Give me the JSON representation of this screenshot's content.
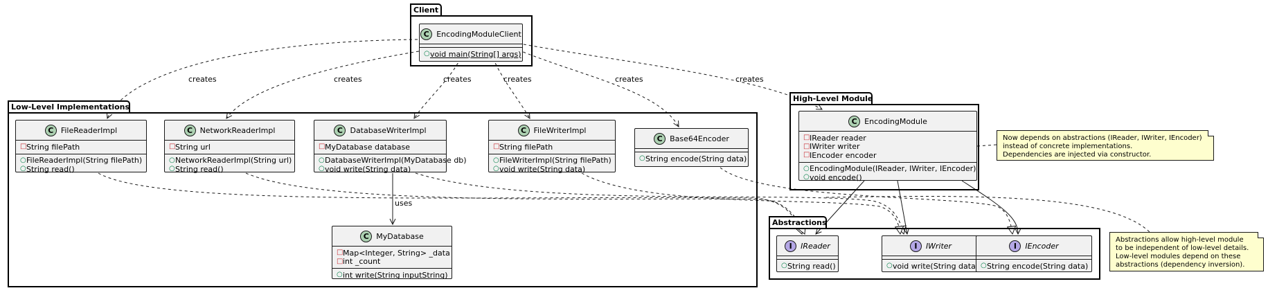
{
  "packages": {
    "client": {
      "name": "Client"
    },
    "low_level": {
      "name": "Low-Level Implementations"
    },
    "high_level": {
      "name": "High-Level Module"
    },
    "abstractions": {
      "name": "Abstractions"
    }
  },
  "classes": {
    "encoding_module_client": {
      "stereotype": "C",
      "name": "EncodingModuleClient",
      "methods": [
        {
          "vis": "+",
          "text": "void main(String[] args)"
        }
      ]
    },
    "file_reader_impl": {
      "stereotype": "C",
      "name": "FileReaderImpl",
      "fields": [
        {
          "vis": "-",
          "text": "String filePath"
        }
      ],
      "methods": [
        {
          "vis": "+",
          "text": "FileReaderImpl(String filePath)"
        },
        {
          "vis": "+",
          "text": "String read()"
        }
      ]
    },
    "network_reader_impl": {
      "stereotype": "C",
      "name": "NetworkReaderImpl",
      "fields": [
        {
          "vis": "-",
          "text": "String url"
        }
      ],
      "methods": [
        {
          "vis": "+",
          "text": "NetworkReaderImpl(String url)"
        },
        {
          "vis": "+",
          "text": "String read()"
        }
      ]
    },
    "database_writer_impl": {
      "stereotype": "C",
      "name": "DatabaseWriterImpl",
      "fields": [
        {
          "vis": "-",
          "text": "MyDatabase database"
        }
      ],
      "methods": [
        {
          "vis": "+",
          "text": "DatabaseWriterImpl(MyDatabase db)"
        },
        {
          "vis": "+",
          "text": "void write(String data)"
        }
      ]
    },
    "file_writer_impl": {
      "stereotype": "C",
      "name": "FileWriterImpl",
      "fields": [
        {
          "vis": "-",
          "text": "String filePath"
        }
      ],
      "methods": [
        {
          "vis": "+",
          "text": "FileWriterImpl(String filePath)"
        },
        {
          "vis": "+",
          "text": "void write(String data)"
        }
      ]
    },
    "base64_encoder": {
      "stereotype": "C",
      "name": "Base64Encoder",
      "methods": [
        {
          "vis": "+",
          "text": "String encode(String data)"
        }
      ]
    },
    "my_database": {
      "stereotype": "C",
      "name": "MyDatabase",
      "fields": [
        {
          "vis": "-",
          "text": "Map<Integer, String> _data"
        },
        {
          "vis": "-",
          "text": "int _count"
        }
      ],
      "methods": [
        {
          "vis": "+",
          "text": "int write(String inputString)"
        }
      ]
    },
    "encoding_module": {
      "stereotype": "C",
      "name": "EncodingModule",
      "fields": [
        {
          "vis": "-",
          "text": "IReader reader"
        },
        {
          "vis": "-",
          "text": "IWriter writer"
        },
        {
          "vis": "-",
          "text": "IEncoder encoder"
        }
      ],
      "methods": [
        {
          "vis": "+",
          "text": "EncodingModule(IReader, IWriter, IEncoder)"
        },
        {
          "vis": "+",
          "text": "void encode()"
        }
      ]
    },
    "ireader": {
      "stereotype": "I",
      "name": "IReader",
      "methods": [
        {
          "vis": "+",
          "text": "String read()"
        }
      ]
    },
    "iwriter": {
      "stereotype": "I",
      "name": "IWriter",
      "methods": [
        {
          "vis": "+",
          "text": "void write(String data)"
        }
      ]
    },
    "iencoder": {
      "stereotype": "I",
      "name": "IEncoder",
      "methods": [
        {
          "vis": "+",
          "text": "String encode(String data)"
        }
      ]
    }
  },
  "notes": {
    "high_level_note": {
      "lines": [
        "Now depends on abstractions (IReader, IWriter, IEncoder)",
        "instead of concrete implementations.",
        "Dependencies are injected via constructor."
      ]
    },
    "abstractions_note": {
      "lines": [
        "Abstractions allow high-level module",
        "to be independent of low-level details.",
        "Low-level modules depend on these",
        "abstractions (dependency inversion)."
      ]
    }
  },
  "edge_labels": {
    "creates": "creates",
    "uses": "uses"
  }
}
